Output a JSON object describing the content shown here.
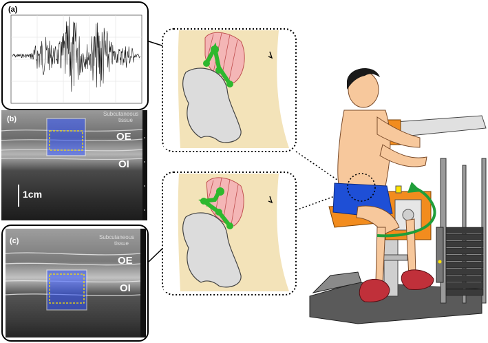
{
  "panel_a": {
    "label": "(a)"
  },
  "panel_b": {
    "label": "(b)",
    "layer_top": "Subcutaneous",
    "layer_top2": "tissue",
    "muscle_1": "OE",
    "muscle_2": "OI",
    "scale": "1cm"
  },
  "panel_c": {
    "label": "(c)",
    "layer_top": "Subcutaneous",
    "layer_top2": "tissue",
    "muscle_1": "OE",
    "muscle_2": "OI"
  },
  "colors": {
    "muscle_green": "#2eb82e",
    "muscle_pink": "#f4b6b6",
    "skin": "#f3e3b9",
    "bone": "#dcdcdc",
    "shorts": "#1e4fd6",
    "machine_orange": "#f28c1e",
    "arrow_green": "#1f9e3a",
    "roi_blue": "#3355ff",
    "roi_yellow": "#ffe400",
    "shoes": "#c0303a"
  },
  "icons": [
    "emg-waveform",
    "ultrasound-image",
    "anatomy-hip",
    "rotary-torso-machine",
    "rotation-arrow"
  ]
}
